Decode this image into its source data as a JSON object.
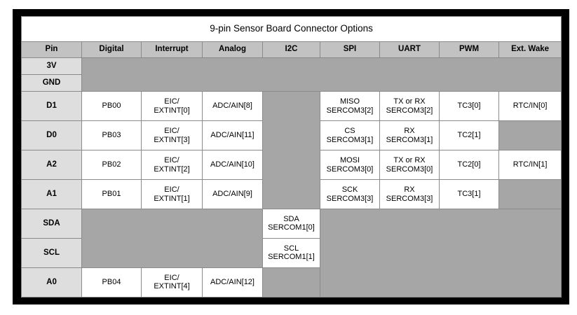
{
  "table": {
    "title": "9-pin Sensor Board Connector Options",
    "columns": [
      "Pin",
      "Digital",
      "Interrupt",
      "Analog",
      "I2C",
      "SPI",
      "UART",
      "PWM",
      "Ext. Wake"
    ],
    "rows": [
      {
        "pin": "3V",
        "digital": "",
        "interrupt": "",
        "analog": "",
        "i2c": "",
        "spi": "",
        "uart": "",
        "pwm": "",
        "ext_wake": ""
      },
      {
        "pin": "GND",
        "digital": "",
        "interrupt": "",
        "analog": "",
        "i2c": "",
        "spi": "",
        "uart": "",
        "pwm": "",
        "ext_wake": ""
      },
      {
        "pin": "D1",
        "digital": "PB00",
        "interrupt_l1": "EIC/",
        "interrupt_l2": "EXTINT[0]",
        "analog": "ADC/AIN[8]",
        "i2c": "",
        "spi_l1": "MISO",
        "spi_l2": "SERCOM3[2]",
        "uart_l1": "TX or RX",
        "uart_l2": "SERCOM3[2]",
        "pwm": "TC3[0]",
        "ext_wake": "RTC/IN[0]"
      },
      {
        "pin": "D0",
        "digital": "PB03",
        "interrupt_l1": "EIC/",
        "interrupt_l2": "EXTINT[3]",
        "analog": "ADC/AIN[11]",
        "i2c": "",
        "spi_l1": "CS",
        "spi_l2": "SERCOM3[1]",
        "uart_l1": "RX",
        "uart_l2": "SERCOM3[1]",
        "pwm": "TC2[1]",
        "ext_wake": ""
      },
      {
        "pin": "A2",
        "digital": "PB02",
        "interrupt_l1": "EIC/",
        "interrupt_l2": "EXTINT[2]",
        "analog": "ADC/AIN[10]",
        "i2c": "",
        "spi_l1": "MOSI",
        "spi_l2": "SERCOM3[0]",
        "uart_l1": "TX or RX",
        "uart_l2": "SERCOM3[0]",
        "pwm": "TC2[0]",
        "ext_wake": "RTC/IN[1]"
      },
      {
        "pin": "A1",
        "digital": "PB01",
        "interrupt_l1": "EIC/",
        "interrupt_l2": "EXTINT[1]",
        "analog": "ADC/AIN[9]",
        "i2c": "",
        "spi_l1": "SCK",
        "spi_l2": "SERCOM3[3]",
        "uart_l1": "RX",
        "uart_l2": "SERCOM3[3]",
        "pwm": "TC3[1]",
        "ext_wake": ""
      },
      {
        "pin": "SDA",
        "digital": "",
        "interrupt": "",
        "analog": "",
        "i2c_l1": "SDA",
        "i2c_l2": "SERCOM1[0]",
        "spi": "",
        "uart": "",
        "pwm": "",
        "ext_wake": ""
      },
      {
        "pin": "SCL",
        "digital": "",
        "interrupt": "",
        "analog": "",
        "i2c_l1": "SCL",
        "i2c_l2": "SERCOM1[1]",
        "spi": "",
        "uart": "",
        "pwm": "",
        "ext_wake": ""
      },
      {
        "pin": "A0",
        "digital": "PB04",
        "interrupt_l1": "EIC/",
        "interrupt_l2": "EXTINT[4]",
        "analog": "ADC/AIN[12]",
        "i2c": "",
        "spi": "",
        "uart": "",
        "pwm": "",
        "ext_wake": ""
      }
    ]
  },
  "colors": {
    "frame": "#000000",
    "page_background": "#ffffff",
    "header_row": "#c2c2c2",
    "pin_column": "#dedede",
    "empty_cell": "#a6a6a6",
    "cell": "#ffffff",
    "grid_line": "#8a8a8a",
    "text": "#000000"
  }
}
